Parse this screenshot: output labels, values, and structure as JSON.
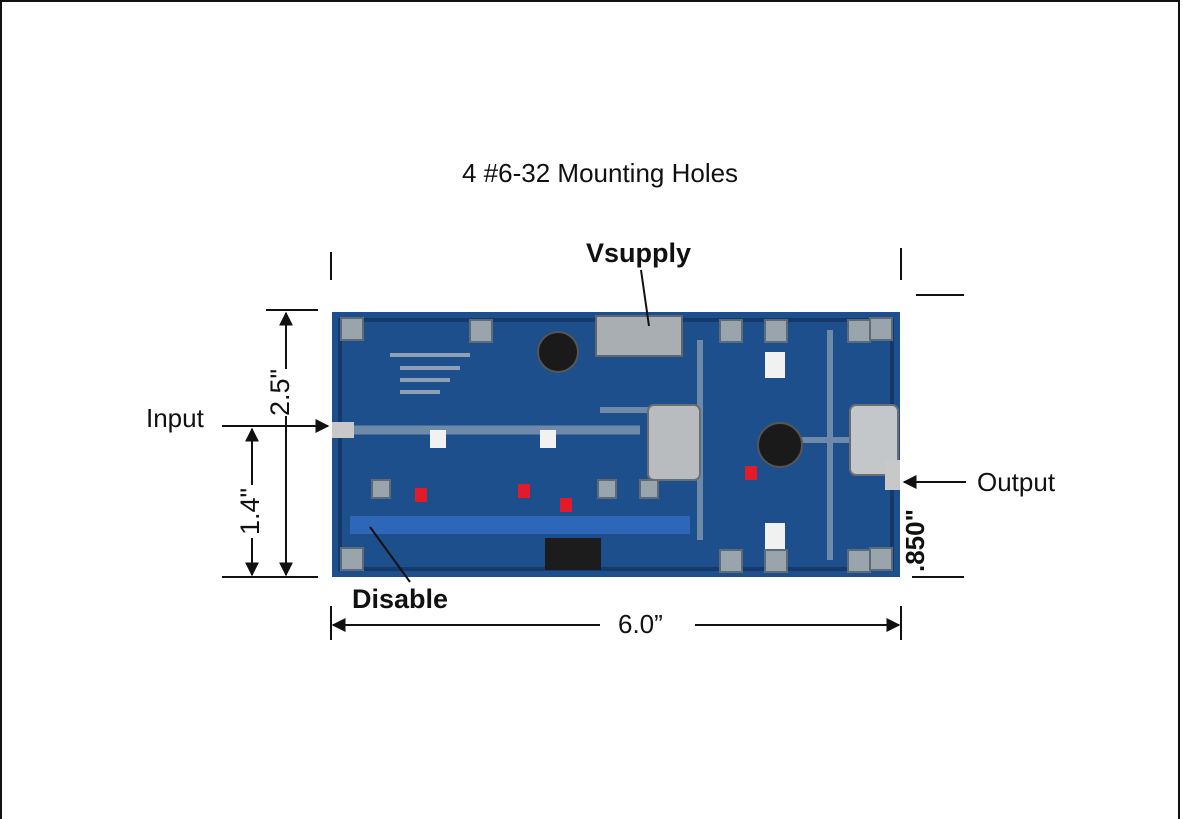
{
  "diagram": {
    "title": "4   #6-32 Mounting Holes",
    "labels": {
      "vsupply": "Vsupply",
      "disable": "Disable",
      "input": "Input",
      "output": "Output"
    },
    "dimensions": {
      "width": "6.0”",
      "height_overall": "2.5\"",
      "input_offset": "1.4\"",
      "output_offset": ".850\""
    },
    "colors": {
      "pcb": "#1d4f8c",
      "pcb_dark": "#15396b",
      "pad": "#9aa4ad",
      "led": "#e21b2b",
      "line": "#111111"
    }
  }
}
